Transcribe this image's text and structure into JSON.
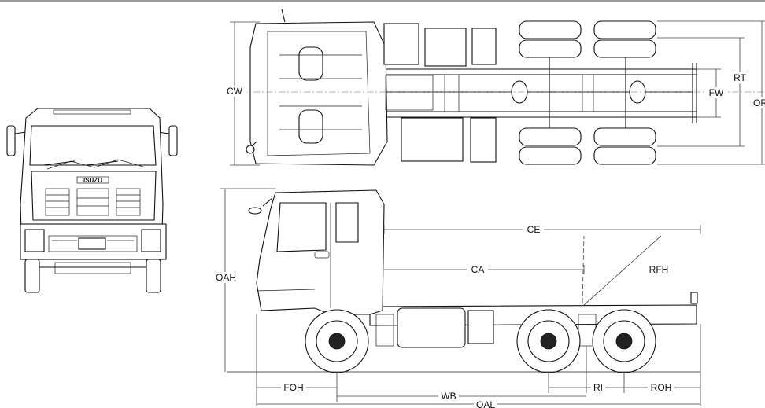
{
  "brand_badge": "ISUZU",
  "dimensions": {
    "cw": "CW",
    "rt": "RT",
    "or": "OR",
    "fw": "FW",
    "oah": "OAH",
    "ce": "CE",
    "ca": "CA",
    "rfh": "RFH",
    "foh": "FOH",
    "wb": "WB",
    "ri": "RI",
    "roh": "ROH",
    "oal": "OAL"
  }
}
